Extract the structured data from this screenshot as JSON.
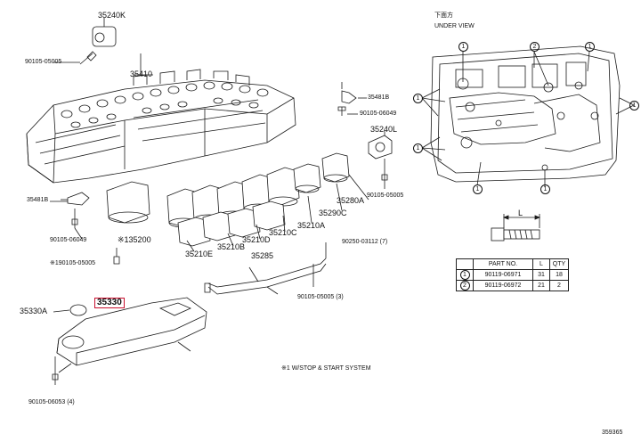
{
  "labels": {
    "p35240K": "35240K",
    "p90105_05005_a": "90105-05005",
    "p35410": "35410",
    "p35481B_a": "35481B",
    "p90105_06049_a": "90105-06049",
    "p35240L": "35240L",
    "p35481B_b": "35481B",
    "p90105_06049_b": "90105-06049",
    "p135200": "※135200",
    "p190105_05005": "※190105-05005",
    "p35210E": "35210E",
    "p35210B": "35210B",
    "p35210D": "35210D",
    "p35210C": "35210C",
    "p35210A": "35210A",
    "p35290C": "35290C",
    "p35280A": "35280A",
    "p90105_05005_b": "90105-05005",
    "p90250_03112": "90250-03112 (7)",
    "p35285": "35285",
    "p90105_05005_c": "90105-05005 (3)",
    "p35330": "35330",
    "p35330A": "35330A",
    "p90105_06053": "90105-06053 (4)",
    "footnote": "※1 W/STOP & START SYSTEM",
    "under_view_jp": "下面方",
    "under_view": "UNDER VIEW",
    "length_label": "L",
    "drawing_id": "359365"
  },
  "table": {
    "headers": [
      "PART NO.",
      "L",
      "QTY"
    ],
    "rows": [
      {
        "marker": "1",
        "part_no": "90119-06971",
        "l": "31",
        "qty": "18"
      },
      {
        "marker": "2",
        "part_no": "90119-06972",
        "l": "21",
        "qty": "2"
      }
    ]
  },
  "callout_markers": [
    "1",
    "2"
  ]
}
